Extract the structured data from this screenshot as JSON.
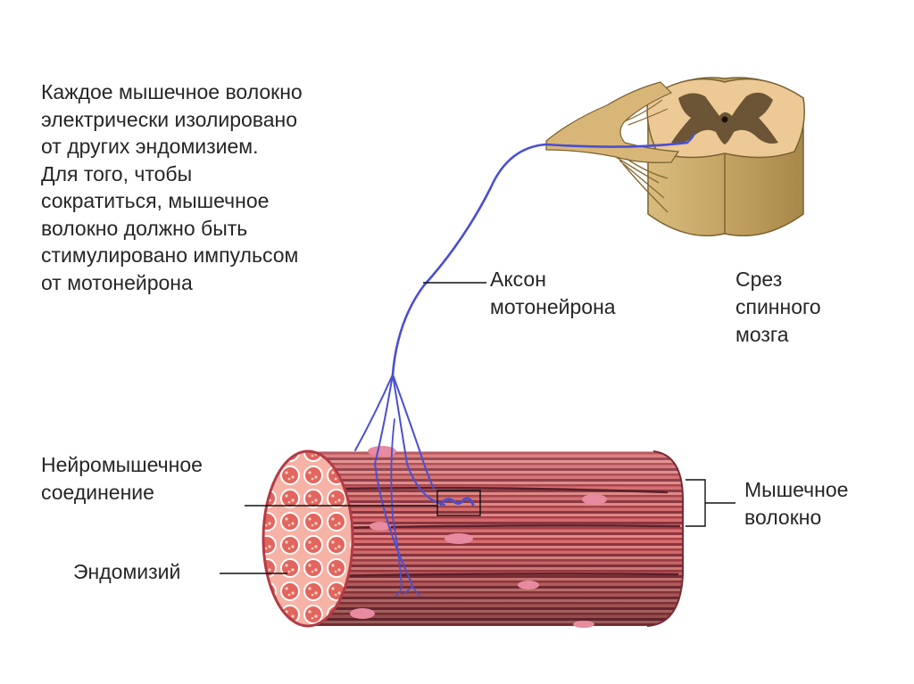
{
  "description": {
    "lines": [
      "Каждое мышечное волокно",
      "электрически изолировано",
      "от других эндомизием.",
      "Для того, чтобы",
      "сократиться,  мышечное",
      "волокно должно быть",
      "стимулировано импульсом",
      "от мотонейрона"
    ]
  },
  "labels": {
    "axon": [
      "Аксон",
      "мотонейрона"
    ],
    "spinal_cord": [
      "Срез",
      "спинного",
      "мозга"
    ],
    "neuromuscular_junction": [
      "Нейромышечное",
      "соединение"
    ],
    "muscle_fiber": [
      "Мышечное",
      "волокно"
    ],
    "endomysium": [
      "Эндомизий"
    ]
  },
  "colors": {
    "nerve": "#4a4fd0",
    "muscle": "#c9555a",
    "muscle_dark": "#7a2a35",
    "muscle_light": "#f2a0a0",
    "spinal_white": "#e8c98c",
    "spinal_grey": "#6b5536",
    "spinal_side": "#c9aa6a",
    "nucleus": "#e88aa0",
    "leader_line": "#111111"
  }
}
